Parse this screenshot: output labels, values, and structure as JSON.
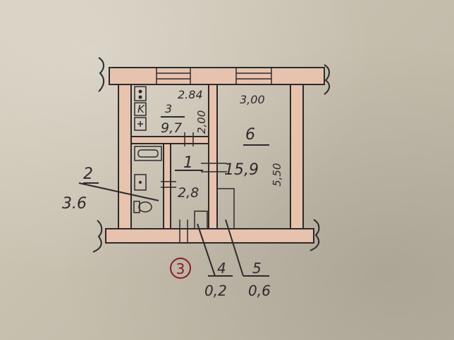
{
  "rooms": [
    {
      "number": "1",
      "area": "2,8"
    },
    {
      "number": "2",
      "area": "3.6"
    },
    {
      "number": "3",
      "area": "9,7"
    },
    {
      "number": "4",
      "area": "0,2"
    },
    {
      "number": "5",
      "area": "0,6"
    },
    {
      "number": "6",
      "area": "15,9"
    }
  ],
  "dimensions": {
    "kitchen_width": "2.84",
    "room_width": "3,00",
    "kitchen_depth": "2,00",
    "room_depth": "5,50"
  },
  "kitchen_label": "K",
  "apartment_number": "3",
  "colors": {
    "wall_fill": "#e7c3ad",
    "ink": "#2c2a2c",
    "circle_ink": "#8a1a2a"
  }
}
